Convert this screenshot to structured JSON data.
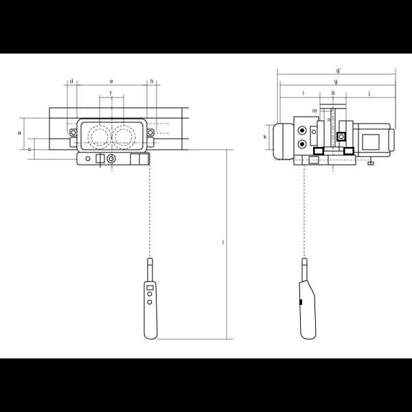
{
  "dimensions": {
    "a": "a",
    "b": "b",
    "c": "c",
    "d": "d",
    "e": "e",
    "f": "f",
    "g": "g",
    "g_prime": "g'",
    "h": "h",
    "i_top": "i",
    "j": "j",
    "k": "k",
    "l": "l",
    "m": "m",
    "n": "n"
  },
  "colors": {
    "background": "#000000",
    "sheet": "#ffffff",
    "ink": "#000000"
  }
}
